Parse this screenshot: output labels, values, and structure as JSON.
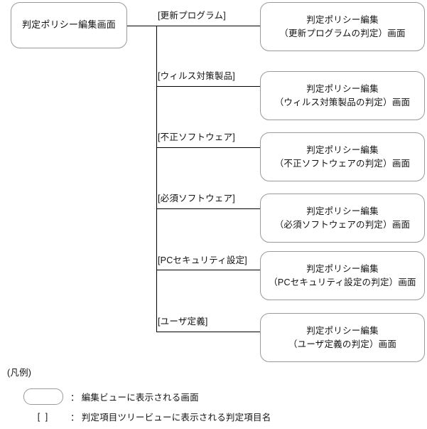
{
  "diagram": {
    "type": "tree",
    "root": {
      "label": "判定ポリシー編集画面"
    },
    "branches": [
      {
        "tree_item_label": "[更新プログラム]",
        "screen_label": "判定ポリシー編集\n（更新プログラムの判定）画面"
      },
      {
        "tree_item_label": "[ウィルス対策製品]",
        "screen_label": "判定ポリシー編集\n（ウィルス対策製品の判定）画面"
      },
      {
        "tree_item_label": "[不正ソフトウェア]",
        "screen_label": "判定ポリシー編集\n（不正ソフトウェアの判定）画面"
      },
      {
        "tree_item_label": "[必須ソフトウェア]",
        "screen_label": "判定ポリシー編集\n（必須ソフトウェアの判定）画面"
      },
      {
        "tree_item_label": "[PCセキュリティ設定]",
        "screen_label": "判定ポリシー編集\n（PCセキュリティ設定の判定）画面"
      },
      {
        "tree_item_label": "[ユーザ定義]",
        "screen_label": "判定ポリシー編集\n（ユーザ定義の判定）画面"
      }
    ]
  },
  "legend": {
    "title": "(凡例)",
    "items": [
      {
        "swatch": "rounded-rectangle",
        "separator": "：",
        "description": "編集ビューに表示される画面"
      },
      {
        "swatch": "[    ]",
        "separator": "：",
        "description": "判定項目ツリービューに表示される判定項目名"
      }
    ]
  },
  "colors": {
    "box_border": "#9a9a9a",
    "line": "#000000",
    "text": "#121212",
    "background": "#ffffff"
  }
}
